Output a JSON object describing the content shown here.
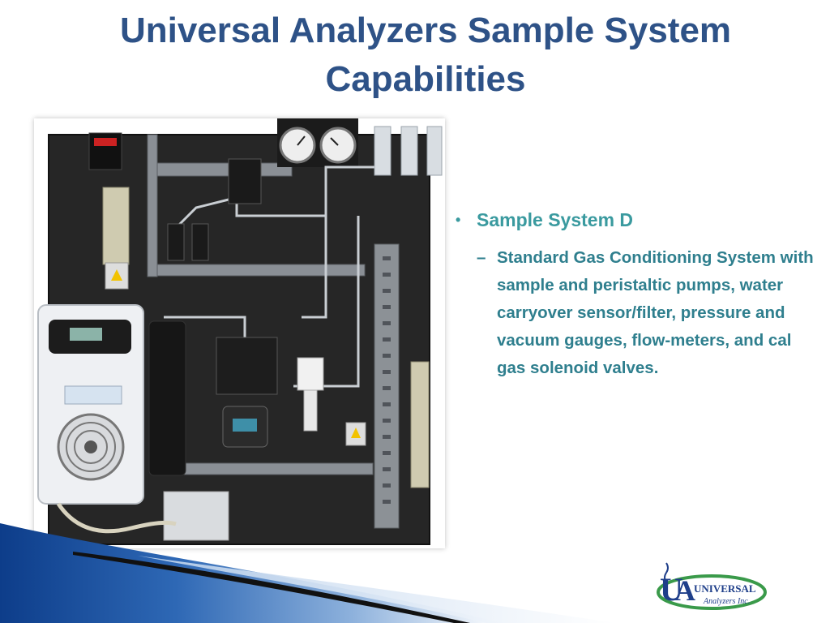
{
  "slide": {
    "title": "Universal Analyzers Sample System Capabilities",
    "bullet": "Sample System D",
    "sub_bullet": "Standard Gas Conditioning System with sample and peristaltic pumps, water carryover sensor/filter, pressure and vacuum gauges, flow-meters, and cal gas solenoid valves.",
    "bullet_marker": "•",
    "sub_marker": "–"
  },
  "photo": {
    "alt": "Sample conditioning panel with cooler, pumps, gauges and flow-meters"
  },
  "logo": {
    "line1": "UNIVERSAL",
    "line2": "Analyzers Inc."
  },
  "colors": {
    "title": "#2e5287",
    "bullet": "#3a9a9f",
    "sub_bullet": "#2f7f8e",
    "swoosh_dark": "#0d3d8a",
    "swoosh_light": "#7fa7d6",
    "panel": "#2a2a2a",
    "logo_green": "#3a9a4a",
    "logo_blue": "#1f3f8a"
  }
}
